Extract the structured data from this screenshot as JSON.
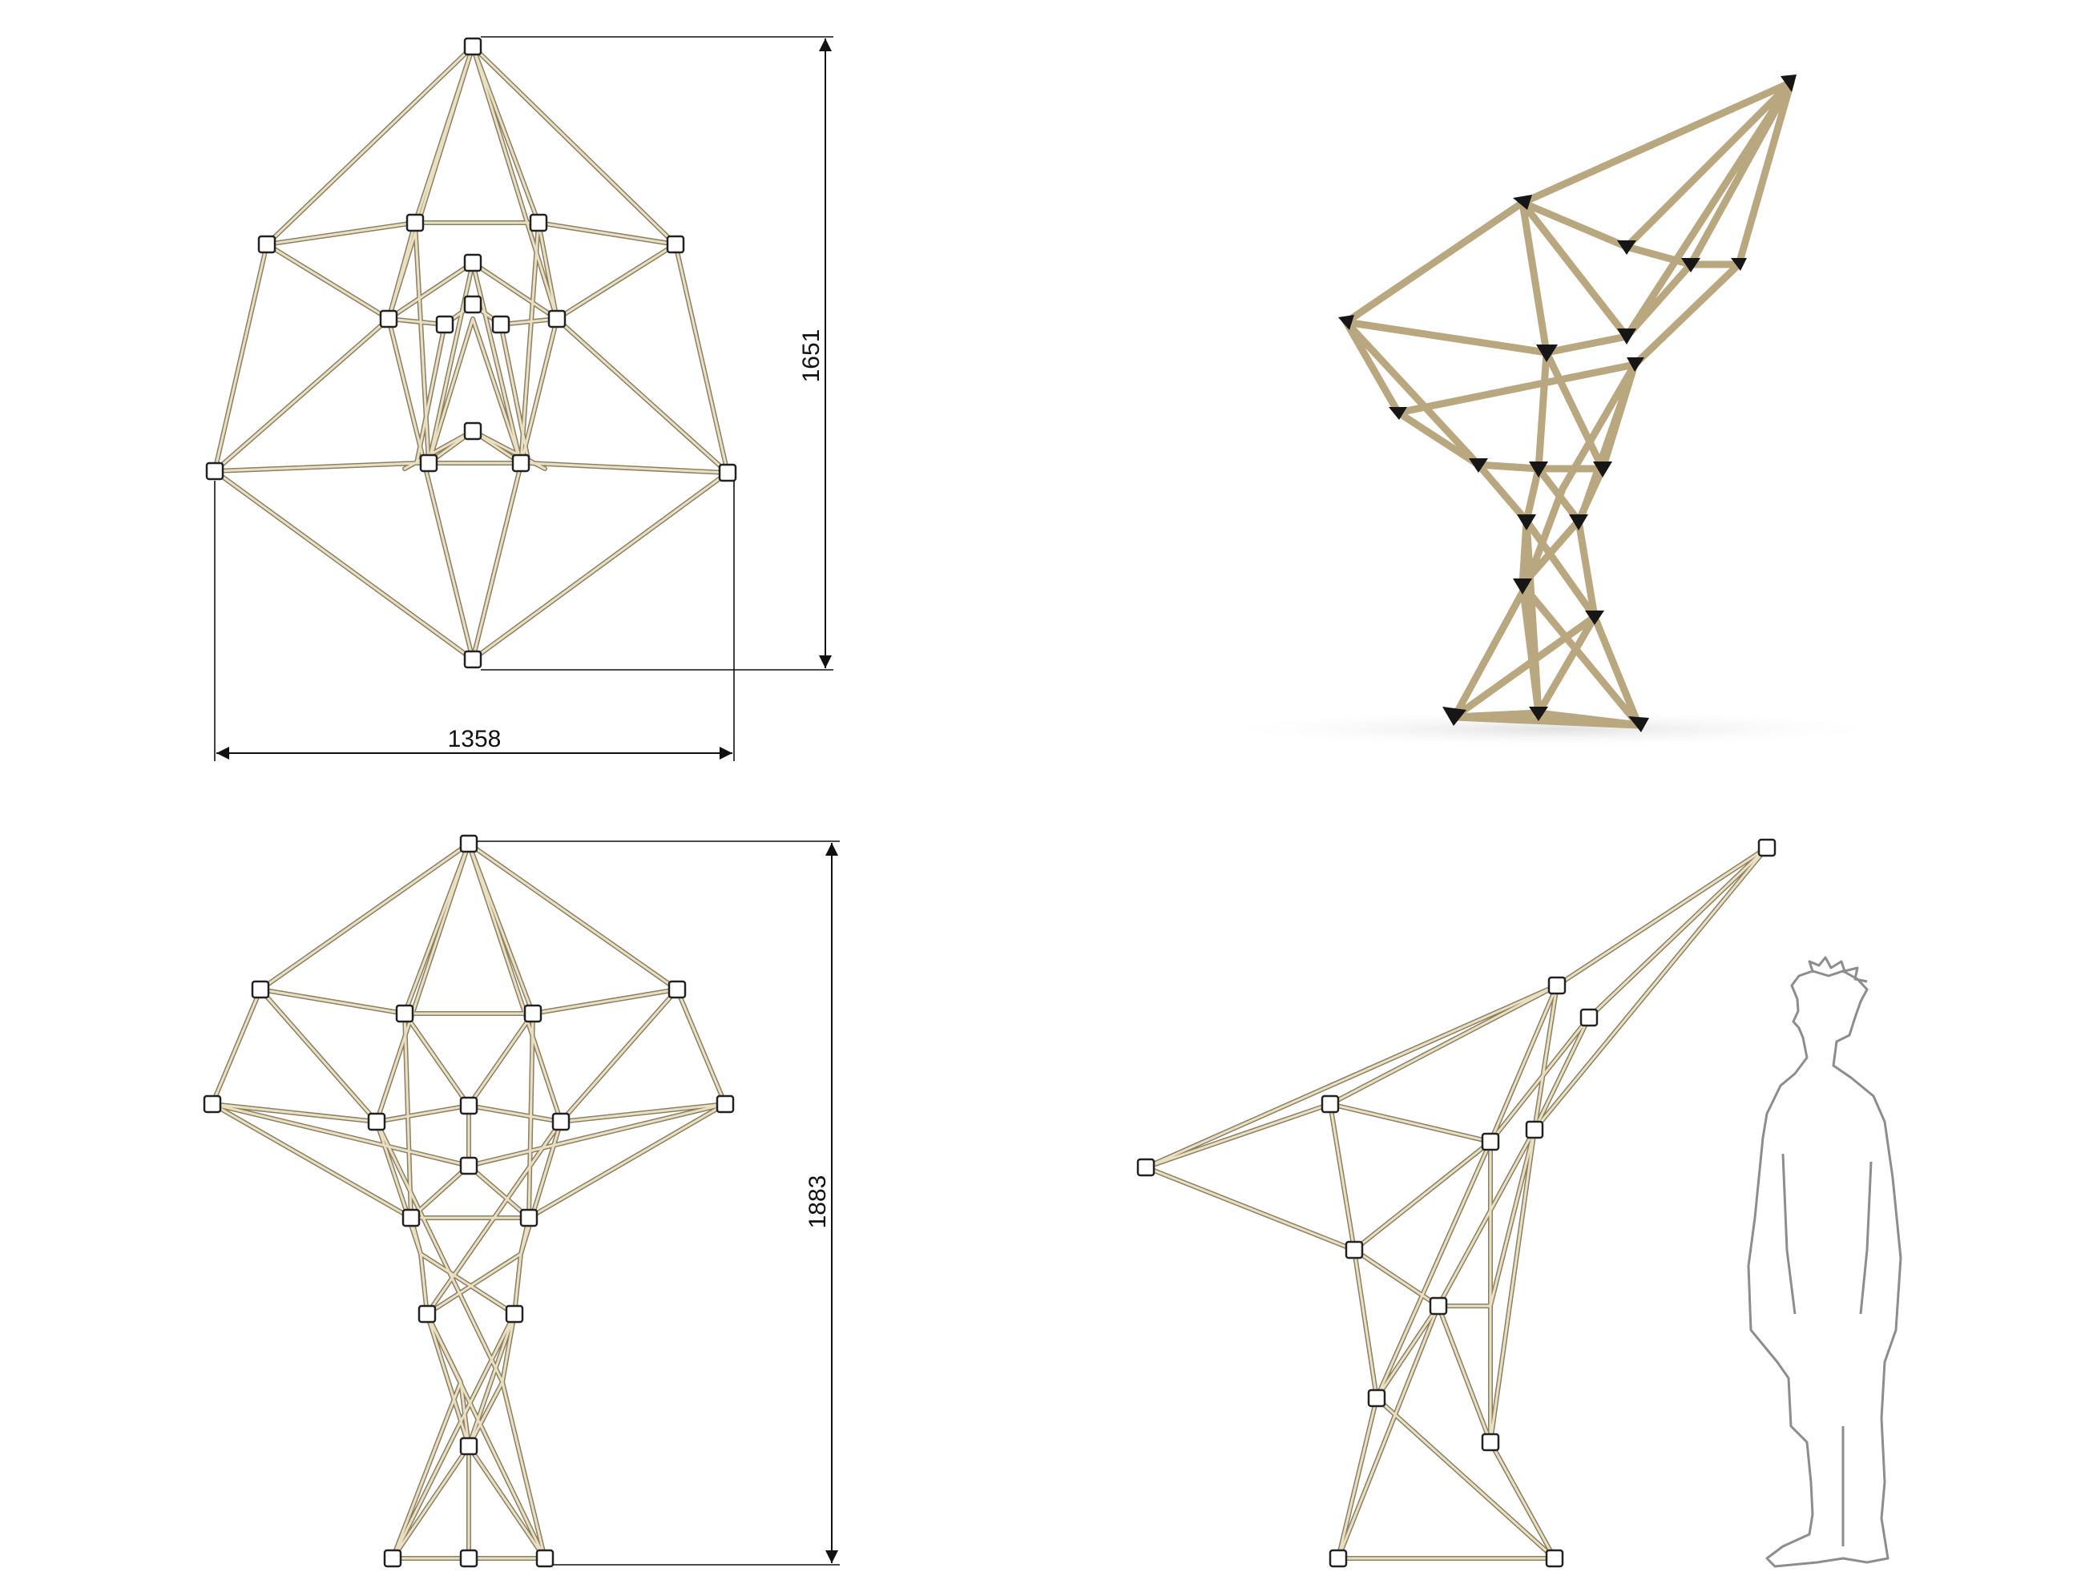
{
  "dimensions": {
    "top_view_height": "1651",
    "top_view_width": "1358",
    "front_view_height": "1883"
  },
  "colors": {
    "rod": "#eadfbe",
    "rod_outline": "#8a8068",
    "connector_render": "#161616",
    "human_outline": "#8d8d8d"
  }
}
